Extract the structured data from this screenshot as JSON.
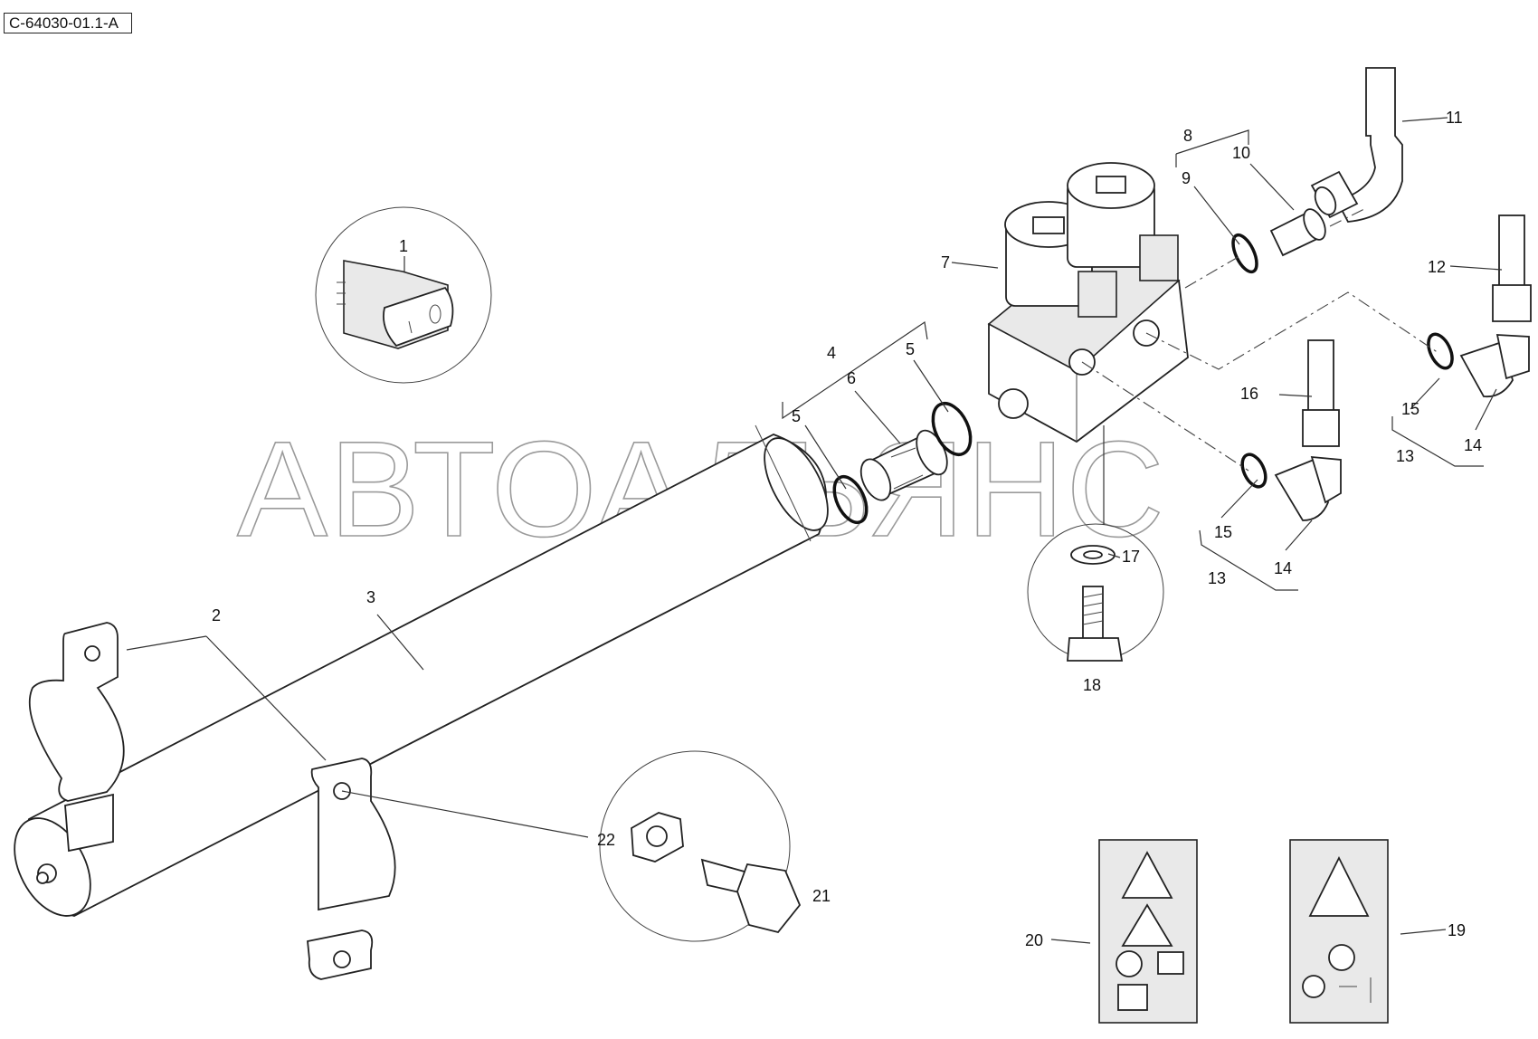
{
  "reference_code": "C-64030-01.1-A",
  "watermark": "АВТОАЛЬЯНС",
  "callouts": {
    "c1": "1",
    "c2": "2",
    "c3": "3",
    "c4": "4",
    "c5a": "5",
    "c5b": "5",
    "c6": "6",
    "c7": "7",
    "c8": "8",
    "c9": "9",
    "c10": "10",
    "c11": "11",
    "c12": "12",
    "c13a": "13",
    "c13b": "13",
    "c14a": "14",
    "c14b": "14",
    "c15a": "15",
    "c15b": "15",
    "c16": "16",
    "c17": "17",
    "c18": "18",
    "c19": "19",
    "c20": "20",
    "c21": "21",
    "c22": "22"
  }
}
